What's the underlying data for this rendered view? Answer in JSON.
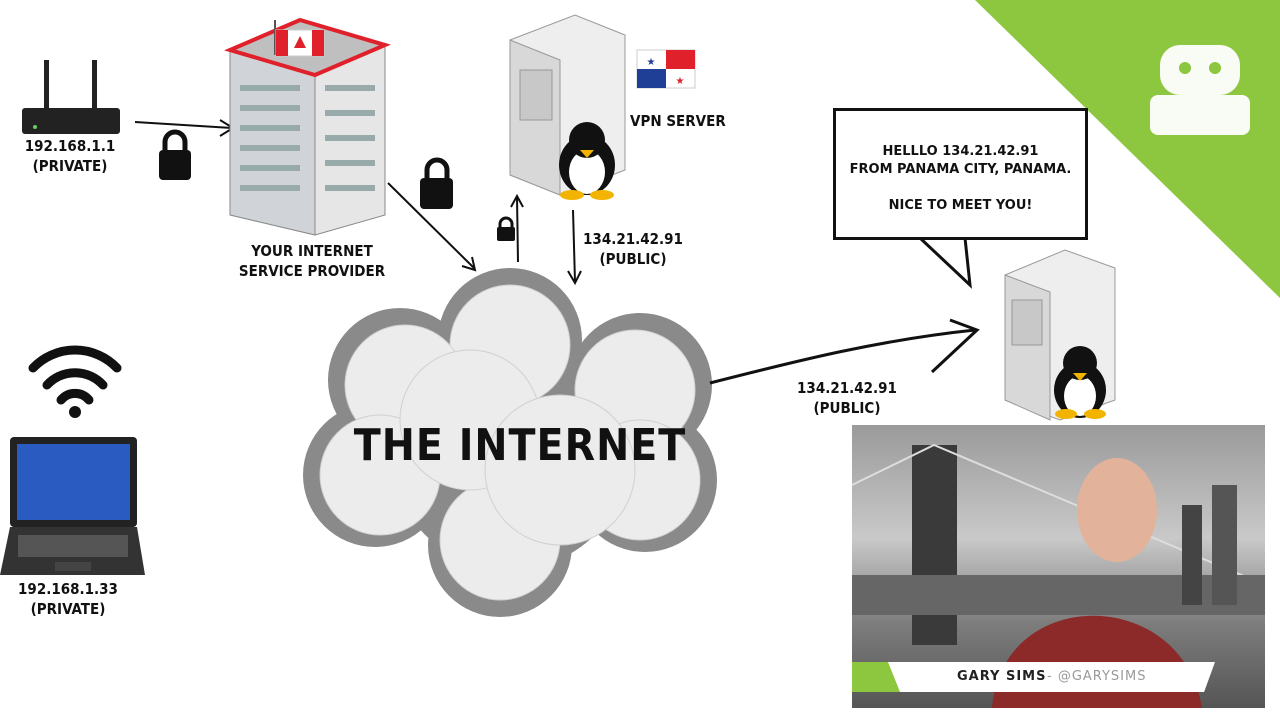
{
  "router": {
    "ip": "192.168.1.1",
    "type": "(PRIVATE)"
  },
  "isp": {
    "line1": "YOUR INTERNET",
    "line2": "SERVICE PROVIDER"
  },
  "vpn": {
    "label": "VPN SERVER",
    "ip": "134.21.42.91",
    "type": "(PUBLIC)"
  },
  "cloud": {
    "label": "THE INTERNET"
  },
  "remote": {
    "ip": "134.21.42.91",
    "type": "(PUBLIC)"
  },
  "bubble": {
    "line1": "HELLLO 134.21.42.91",
    "line2": "FROM PANAMA CITY,  PANAMA.",
    "line3": "NICE TO MEET YOU!"
  },
  "laptop": {
    "ip": "192.168.1.33",
    "type": "(PRIVATE)"
  },
  "presenter": {
    "name": "GARY SIMS",
    "handle": "- @GARYSIMS"
  },
  "colors": {
    "brand_green": "#8dc63f",
    "cloud_gray": "#8a8a8a",
    "flag_red": "#e0202a",
    "flag_blue": "#1f3e96"
  }
}
